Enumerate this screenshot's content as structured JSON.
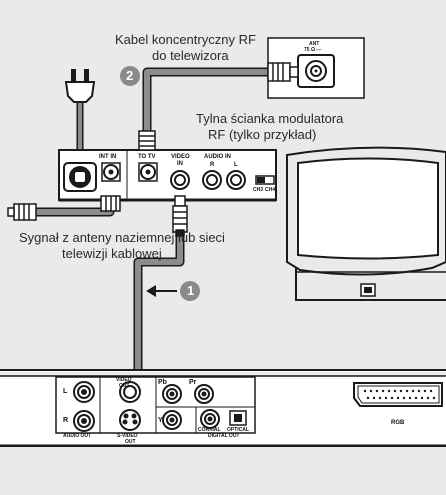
{
  "diagram": {
    "label_rf_cable_line1": "Kabel koncentryczny RF",
    "label_rf_cable_line2": "do telewizora",
    "label_modulator_line1": "Tylna ścianka modulatora",
    "label_modulator_line2": "RF (tylko przykład)",
    "label_antenna_line1": "Sygnał z anteny naziemnej lub sieci",
    "label_antenna_line2": "telewizji kablowej",
    "step_1": "1",
    "step_2": "2"
  },
  "tv_antenna_socket": {
    "line1": "ANT",
    "line2": "75 Ω ⌐⌐"
  },
  "modulator": {
    "int_in": "INT IN",
    "to_tv": "TO TV",
    "video_in_line1": "VIDEO",
    "video_in_line2": "IN",
    "audio_in": "AUDIO  IN",
    "audio_r": "R",
    "audio_l": "L",
    "ch3": "CH3",
    "ch4": "CH4"
  },
  "player_panel": {
    "l": "L",
    "r": "R",
    "audio_out": "AUDIO OUT",
    "video_out_line1": "VIDEO",
    "video_out_line2": "OUT",
    "svideo_out_line1": "S-VIDEO",
    "svideo_out_line2": "OUT",
    "pb": "Pb",
    "pr": "Pr",
    "y": "Y",
    "coaxial": "COAXIAL",
    "optical": "OPTICAL",
    "digital_out": "DIGITAL OUT",
    "rgb": "RGB"
  },
  "colors": {
    "background": "#e9eaea",
    "panel": "#ffffff",
    "outline": "#1a1a1a",
    "cable": "#8c8c8c",
    "step_badge": "#8a8a8a"
  }
}
